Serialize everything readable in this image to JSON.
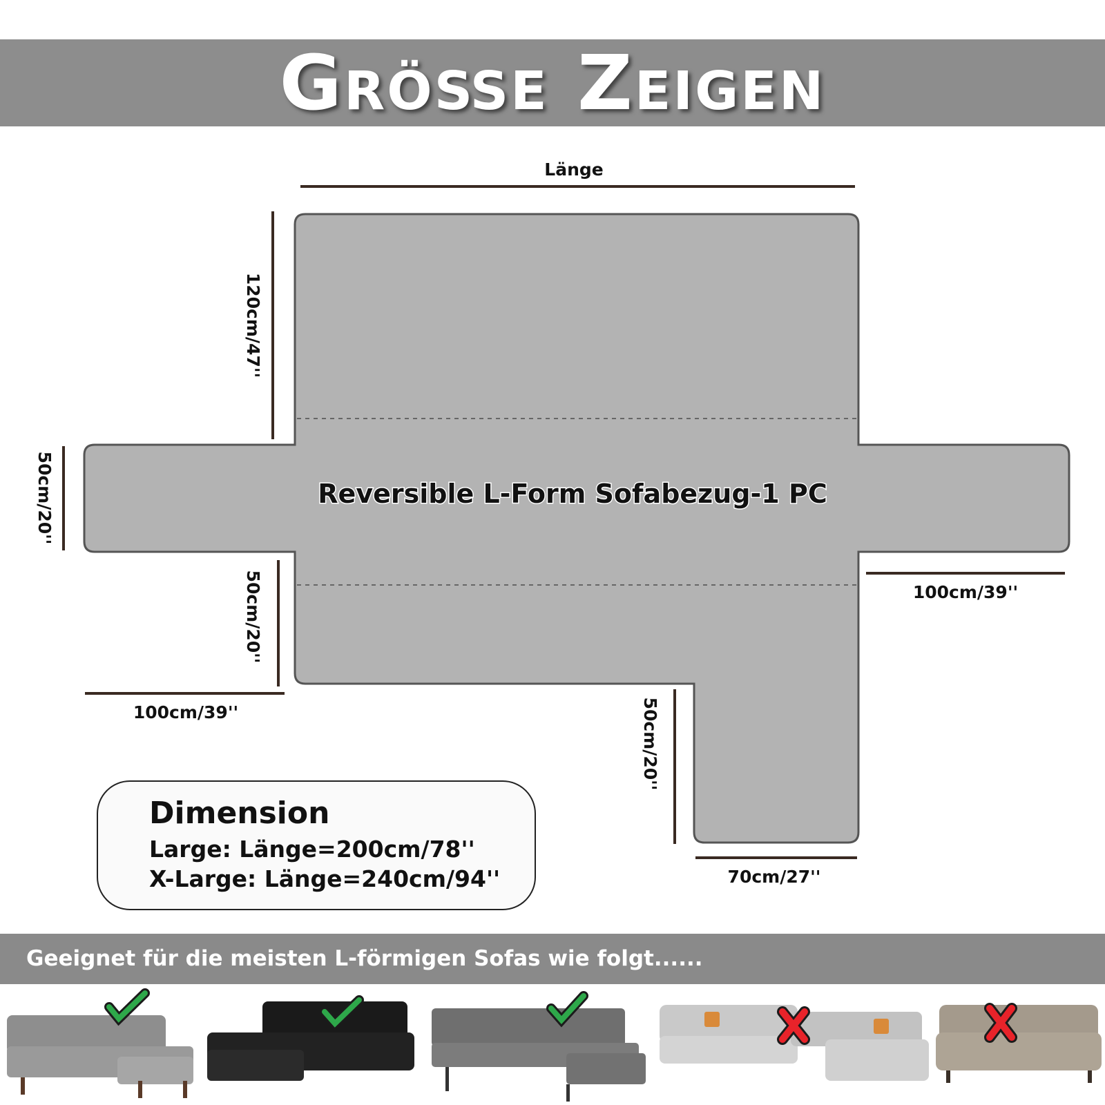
{
  "title": "Größe Zeigen",
  "diagram": {
    "top_label": "Länge",
    "left_upper_height": "120cm/47''",
    "left_arm_height": "50cm/20''",
    "left_lower_height": "50cm/20''",
    "left_arm_width": "100cm/39''",
    "right_arm_width": "100cm/39''",
    "chaise_height": "50cm/20''",
    "chaise_width": "70cm/27''",
    "center_label": "Reversible L-Form Sofabezug-1 PC",
    "cover_color": "#b3b3b3"
  },
  "dimension_box": {
    "heading": "Dimension",
    "large": "Large: Länge=200cm/78''",
    "xlarge": "X-Large: Länge=240cm/94''"
  },
  "compat_band": {
    "text": "Geeignet für die meisten L-förmigen Sofas wie folgt......"
  },
  "sofas": [
    {
      "name": "grey-chaise-sofa",
      "icon": "check-icon",
      "color": "#8e8e8e"
    },
    {
      "name": "black-chaise-sofa",
      "icon": "check-icon",
      "color": "#1a1a1a"
    },
    {
      "name": "grey-tufted-sofa",
      "icon": "check-icon",
      "color": "#6f6f6f"
    },
    {
      "name": "light-corner-sofa",
      "icon": "x-icon",
      "color": "#c9c9c9"
    },
    {
      "name": "taupe-sofa",
      "icon": "x-icon",
      "color": "#a49a8c"
    }
  ]
}
